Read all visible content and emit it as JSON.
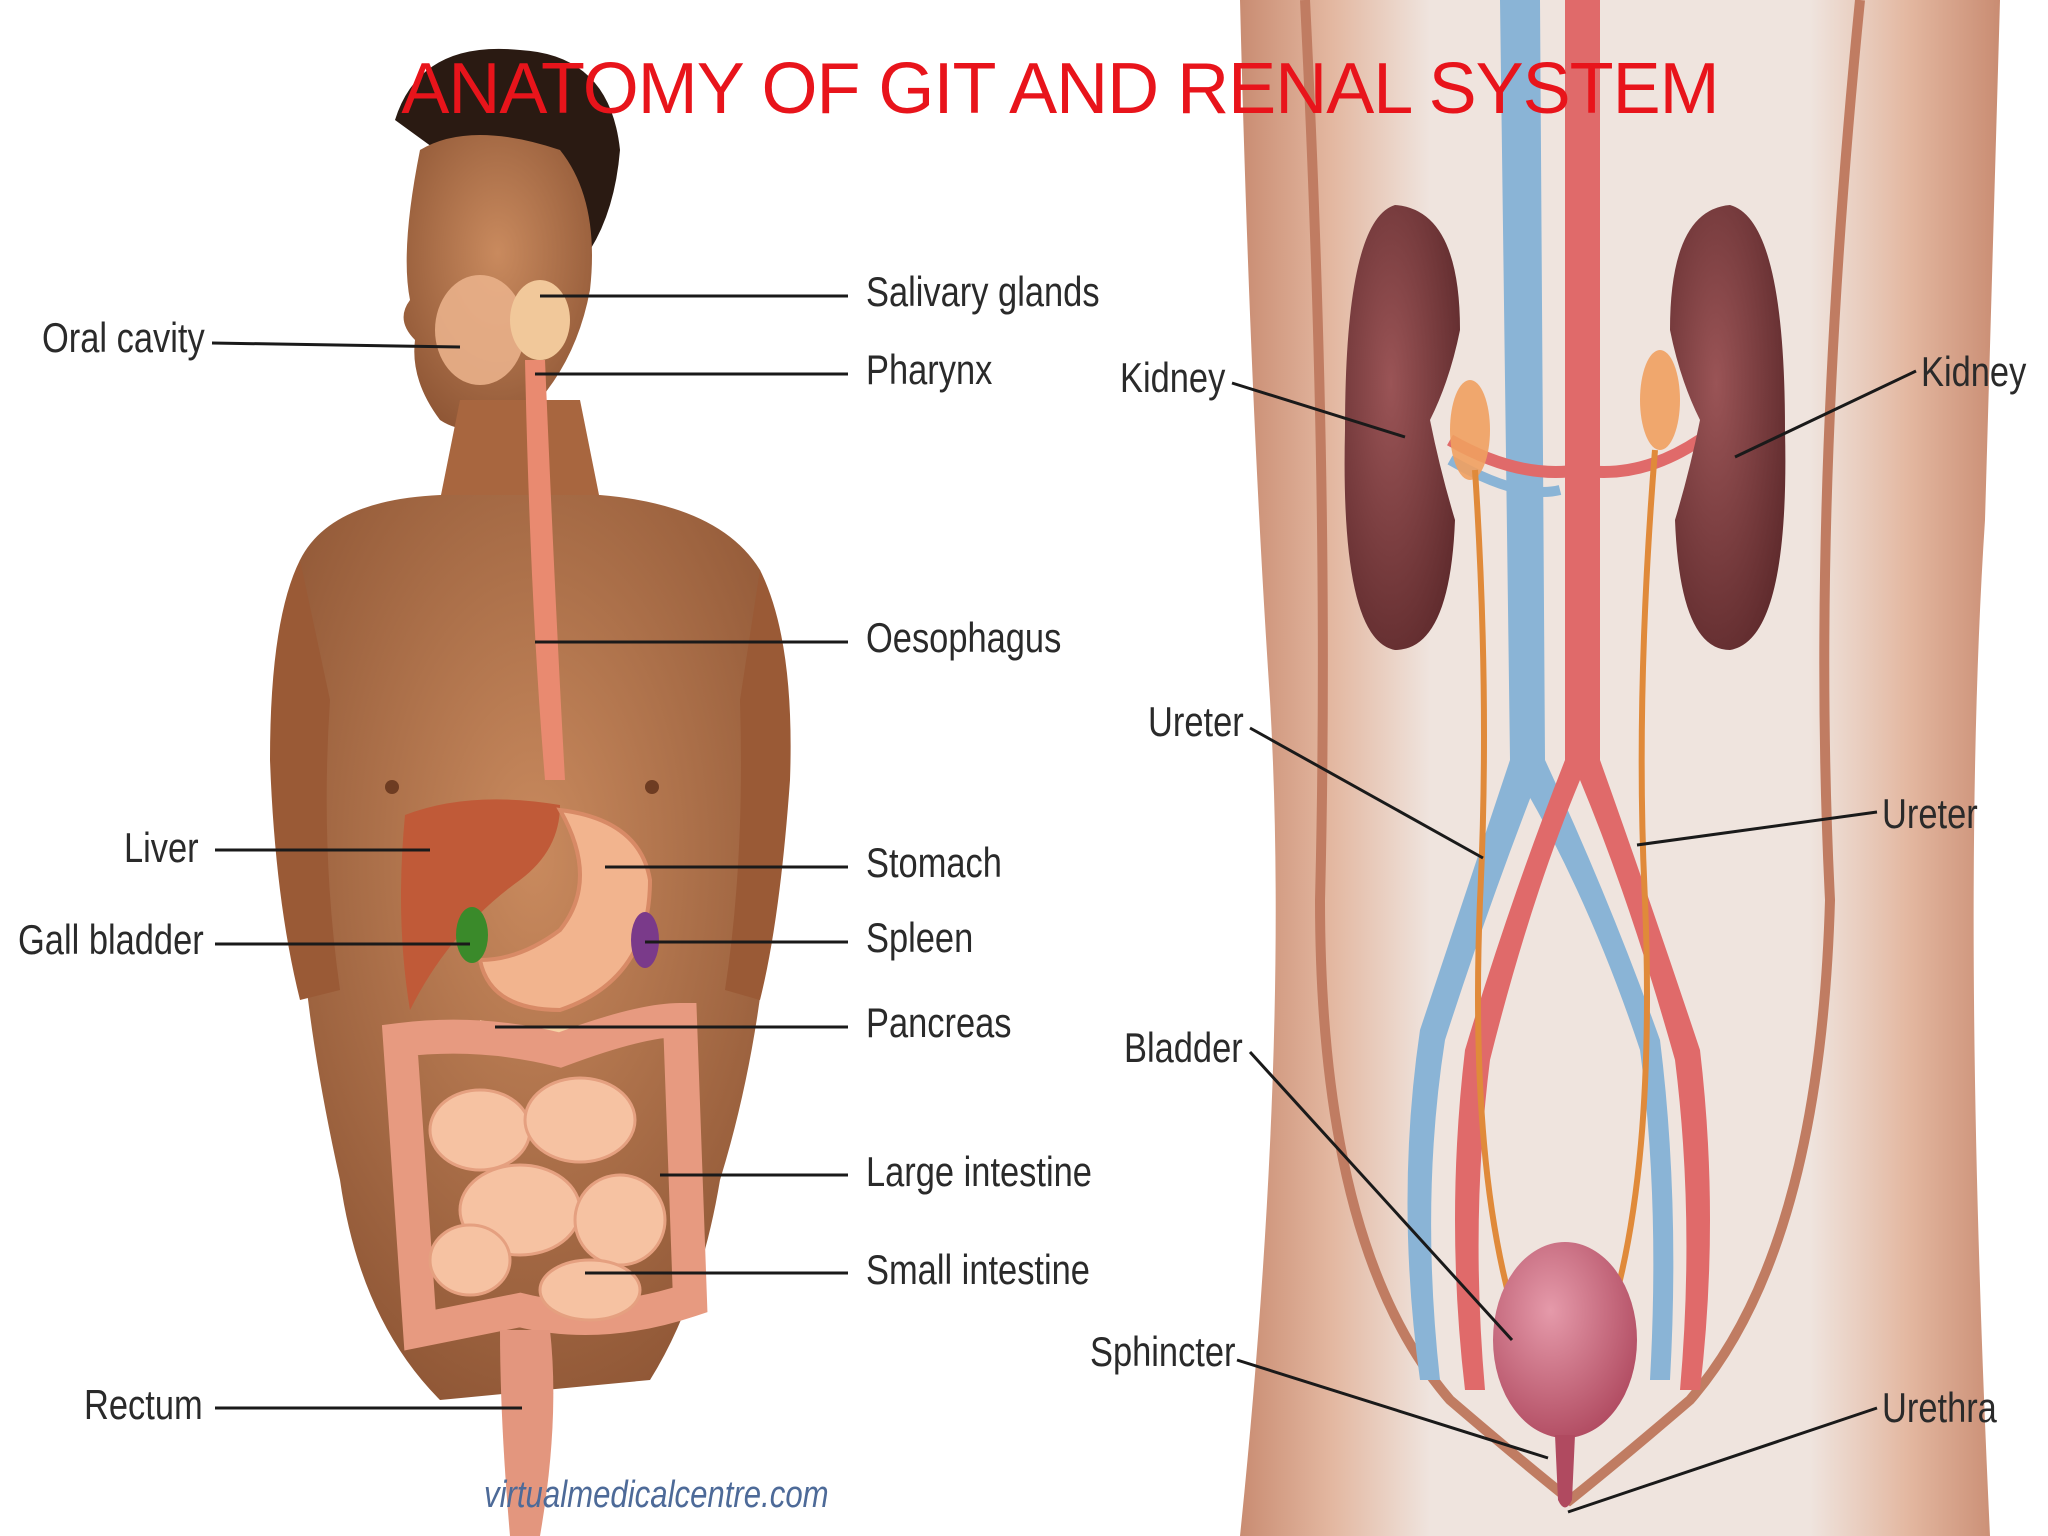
{
  "title": "ANATOMY OF GIT AND  RENAL SYSTEM",
  "git": {
    "labels": {
      "oral_cavity": "Oral cavity",
      "salivary_glands": "Salivary glands",
      "pharynx": "Pharynx",
      "oesophagus": "Oesophagus",
      "liver": "Liver",
      "gall_bladder": "Gall bladder",
      "stomach": "Stomach",
      "spleen": "Spleen",
      "pancreas": "Pancreas",
      "large_intestine": "Large intestine",
      "small_intestine": "Small intestine",
      "rectum": "Rectum"
    },
    "credit": "virtualmedicalcentre.com"
  },
  "renal": {
    "labels": {
      "kidney_left": "Kidney",
      "kidney_right": "Kidney",
      "ureter_left": "Ureter",
      "ureter_right": "Ureter",
      "bladder": "Bladder",
      "sphincter": "Sphincter",
      "urethra": "Urethra"
    }
  },
  "colors": {
    "title": "#e8141b",
    "skin": "#b5734a",
    "renal_skin": "#d9a48a",
    "kidney": "#7a3a3c",
    "artery": "#e06a6a",
    "vein": "#8ab4d6",
    "ureter": "#e08a3a",
    "bladder": "#c75a6e",
    "leader": "#1a1a1a"
  }
}
